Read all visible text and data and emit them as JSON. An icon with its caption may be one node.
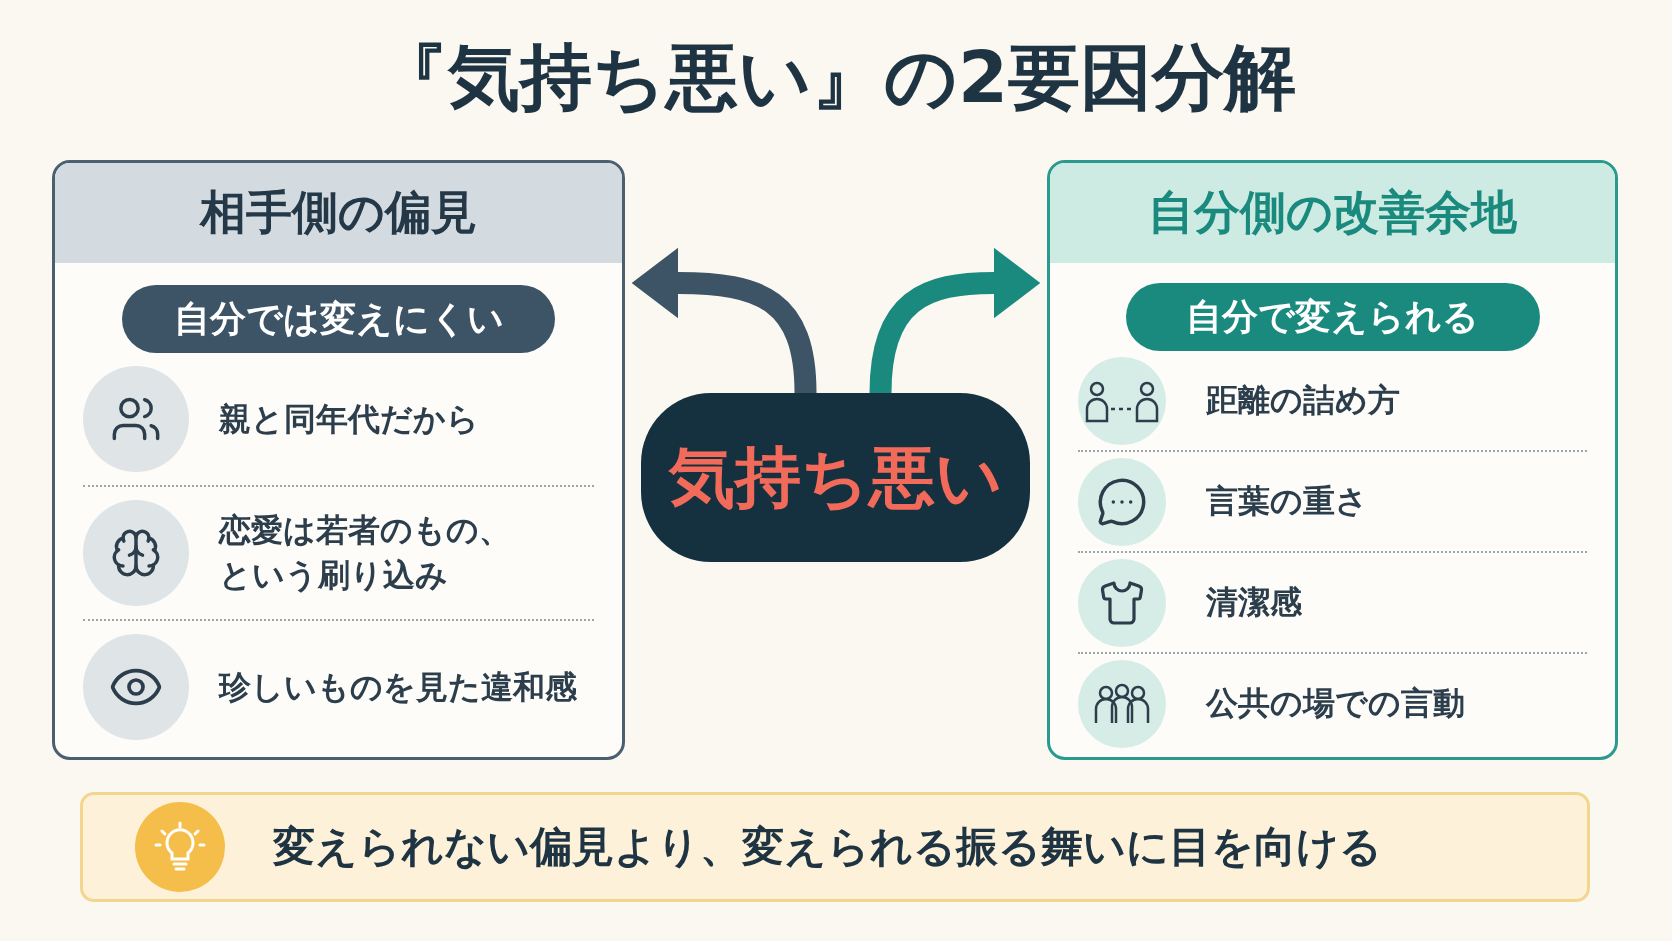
{
  "diagram": {
    "title": "『気持ち悪い』の2要因分解",
    "nodes": [
      {
        "text": [
          "相手側の偏見"
        ]
      },
      {
        "text": [
          "自分では変えにくい"
        ],
        "in": 0
      },
      {
        "text": [
          "親と同年代だから"
        ],
        "in": 0
      },
      {
        "text": [
          "恋愛は若者のもの、という刷り込み"
        ],
        "in": 0
      },
      {
        "text": [
          "珍しいものを見た違和感"
        ],
        "in": 0
      },
      {
        "text": [
          "自分側の改善余地"
        ]
      },
      {
        "text": [
          "自分で変えられる"
        ],
        "in": 5
      },
      {
        "text": [
          "距離の詰め方"
        ],
        "in": 5
      },
      {
        "text": [
          "言葉の重さ"
        ],
        "in": 5
      },
      {
        "text": [
          "清潔感"
        ],
        "in": 5
      },
      {
        "text": [
          "公共の場での言動"
        ],
        "in": 5
      },
      {
        "text": [
          "気持ち悪い"
        ]
      },
      {
        "text": [
          "変えられない偏見より、変えられる振る舞いに目を向ける"
        ]
      }
    ],
    "edges": [
      {
        "from": 11,
        "to": 0,
        "arrow": "to",
        "color": "#3d5366"
      },
      {
        "from": 11,
        "to": 5,
        "arrow": "to",
        "color": "#1a8a7e"
      }
    ]
  }
}
